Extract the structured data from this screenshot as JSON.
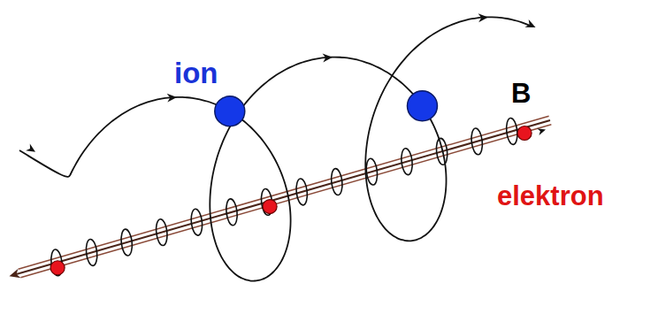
{
  "diagram": {
    "labels": [
      "ion",
      "B",
      "elektron"
    ]
  }
}
